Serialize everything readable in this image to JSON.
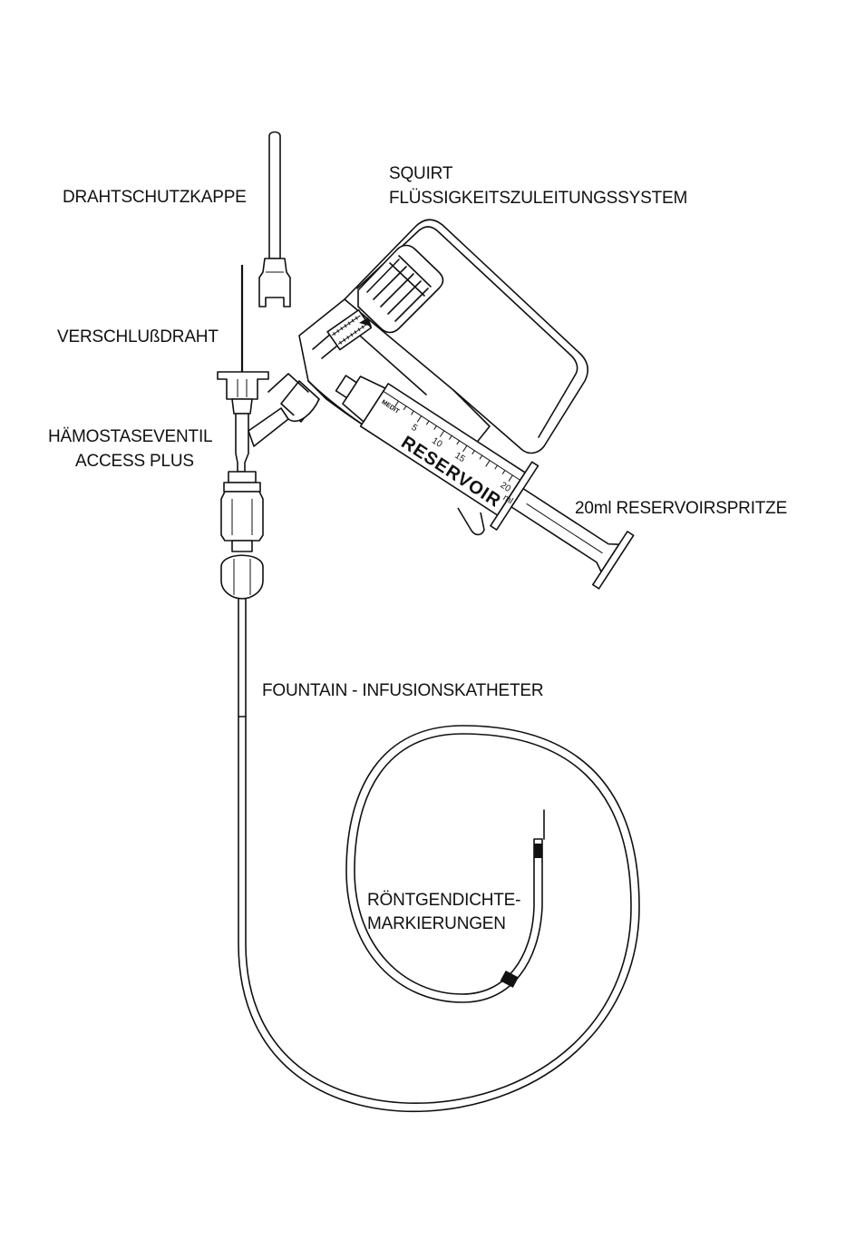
{
  "labels": {
    "drahtschutzkappe": "DRAHTSCHUTZKAPPE",
    "squirt_line1": "SQUIRT",
    "squirt_line2": "FLÜSSIGKEITSZULEITUNGSSYSTEM",
    "verschlussdraht": "VERSCHLUßDRAHT",
    "haemostaseventil_line1": "HÄMOSTASEVENTIL",
    "haemostaseventil_line2": "ACCESS PLUS",
    "reservoirspritze": "20ml  RESERVOIRSPRITZE",
    "katheter": "FOUNTAIN - INFUSIONSKATHETER",
    "marker_line1": "RÖNTGENDICHTE-",
    "marker_line2": "MARKIERUNGEN"
  },
  "syringe": {
    "brand": "RESERVOIR",
    "maker": "MEDIT",
    "unit": "ml",
    "scale": [
      "5",
      "10",
      "15",
      "20"
    ]
  },
  "icons": {
    "arrow": "black-arrow-icon"
  }
}
